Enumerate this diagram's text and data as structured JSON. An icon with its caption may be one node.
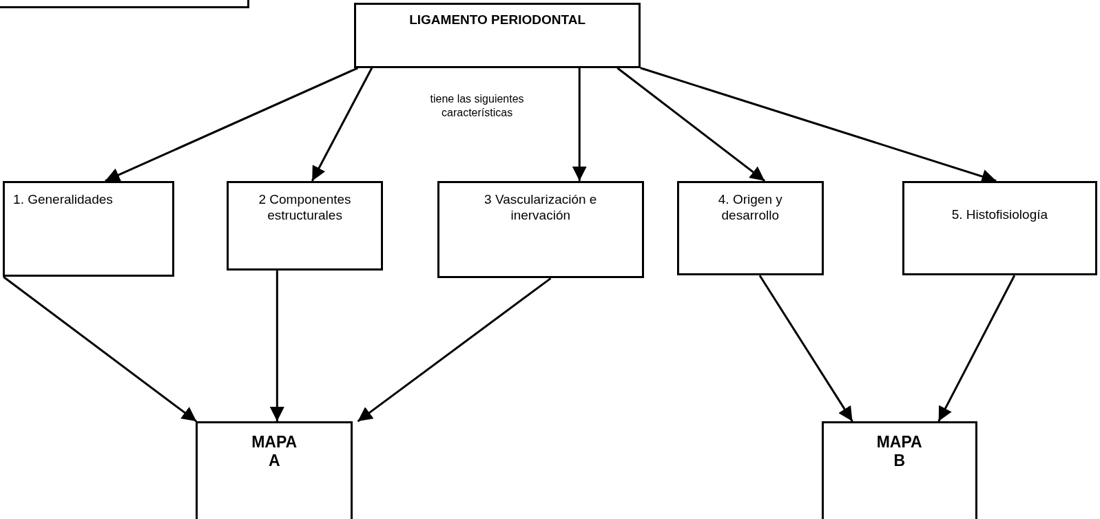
{
  "diagram": {
    "nodes": [
      {
        "text": [],
        "shape": "box"
      },
      {
        "text": [
          "LIGAMENTO PERIODONTAL"
        ]
      },
      {
        "text": [
          "1. Generalidades"
        ]
      },
      {
        "text": [
          "2 Componentes estructurales"
        ]
      },
      {
        "text": [
          "3 Vascularización e inervación"
        ]
      },
      {
        "text": [
          "4. Origen y desarrollo"
        ]
      },
      {
        "text": [
          "5. Histofisiología"
        ]
      },
      {
        "text": [
          "MAPA A"
        ]
      },
      {
        "text": [
          "MAPA B"
        ]
      }
    ],
    "edges": [
      {
        "from": 1,
        "to": 2,
        "arrow": "to"
      },
      {
        "from": 1,
        "to": 3,
        "arrow": "to"
      },
      {
        "from": 1,
        "to": 4,
        "arrow": "to"
      },
      {
        "from": 1,
        "to": 5,
        "arrow": "to"
      },
      {
        "from": 1,
        "to": 6,
        "arrow": "to"
      },
      {
        "from": 2,
        "to": 7,
        "arrow": "to"
      },
      {
        "from": 3,
        "to": 7,
        "arrow": "to"
      },
      {
        "from": 4,
        "to": 7,
        "arrow": "to"
      },
      {
        "from": 5,
        "to": 8,
        "arrow": "to"
      },
      {
        "from": 6,
        "to": 8,
        "arrow": "to"
      }
    ],
    "labels": [
      "tiene las siguientes características"
    ]
  }
}
